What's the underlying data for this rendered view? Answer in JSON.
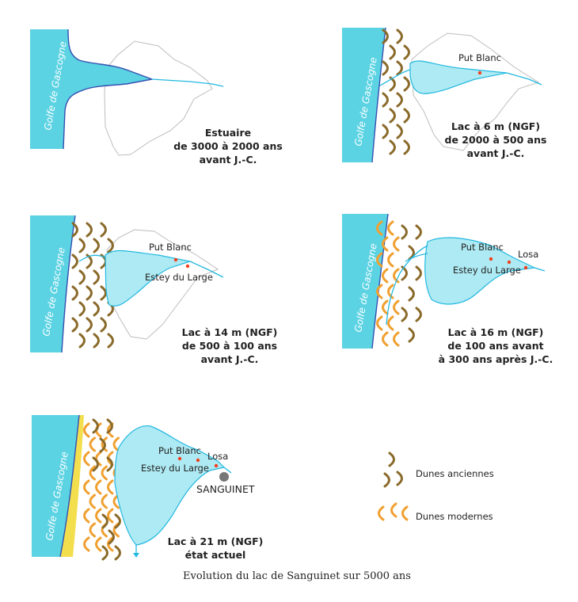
{
  "sea_label": "Golfe de Gascogne",
  "panels": [
    {
      "caption": [
        "Estuaire",
        "de 3000 à 2000 ans",
        "avant J.-C."
      ]
    },
    {
      "caption": [
        "Lac à 6 m (NGF)",
        "de 2000 à 500 ans",
        "avant J.-C."
      ],
      "places": [
        "Put Blanc"
      ]
    },
    {
      "caption": [
        "Lac à 14 m (NGF)",
        "de 500 à 100 ans",
        "avant J.-C."
      ],
      "places": [
        "Put Blanc",
        "Estey du Large"
      ]
    },
    {
      "caption": [
        "Lac à 16 m (NGF)",
        "de 100 ans avant",
        "à 300 ans après J.-C."
      ],
      "places": [
        "Put Blanc",
        "Losa",
        "Estey du Large"
      ]
    },
    {
      "caption": [
        "Lac à 21 m (NGF)",
        "état actuel"
      ],
      "places": [
        "Put Blanc",
        "Losa",
        "Estey du Large",
        "SANGUINET"
      ]
    }
  ],
  "legend": {
    "old_dunes": "Dunes anciennes",
    "modern_dunes": "Dunes modernes"
  },
  "colors": {
    "sea": "#5bd3e3",
    "lake": "#aeeaf3",
    "old_dunes": "#8a6a2a",
    "modern_dunes": "#f0a030"
  },
  "footer": "Evolution du lac de Sanguinet sur 5000 ans"
}
